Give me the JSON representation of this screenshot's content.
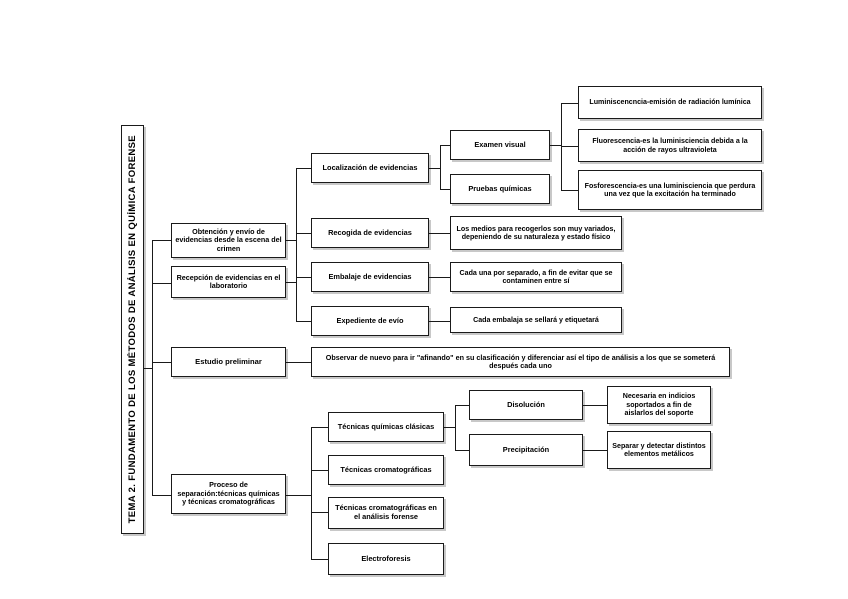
{
  "diagram": {
    "type": "hierarchical-tree-mindmap",
    "language": "es",
    "title": "TEMA 2. FUNDAMENTO DE LOS MÉTODOS DE ANÁLISIS EN QUÍMICA FORENSE",
    "colors": {
      "border": "#1a1a1a",
      "shadow": "#c8c8c8",
      "background": "#ffffff",
      "text": "#000000"
    },
    "nodes": {
      "root": "TEMA 2. FUNDAMENTO DE LOS MÉTODOS DE ANÁLISIS EN QUÍMICA FORENSE",
      "level1": [
        "Obtención y envío de evidencias desde la escena del crimen",
        "Recepción de evidencias en el laboratorio",
        "Estudio preliminar",
        "Proceso de separación:técnicas químicas y técnicas cromatográficas"
      ],
      "level2": [
        "Localización de evidencias",
        "Recogida de evidencias",
        "Embalaje de evidencias",
        "Expediente de evío",
        "Técnicas químicas clásicas",
        "Técnicas cromatográficas",
        "Técnicas cromatográficas en el análisis forense",
        "Electroforesis"
      ],
      "level3": [
        "Examen visual",
        "Pruebas químicas",
        "Disolución",
        "Precipitación"
      ],
      "level4": [
        "Luminiscencncia-emisión de radiación lumínica",
        "Fluorescencia-es la luminisciencia debida a la acción de rayos ultravioleta",
        "Fosforescencia-es una luminisciencia que perdura una vez que la excitación ha terminado",
        "Necesaria en indicios soportados a fin de aislarlos del soporte",
        "Separar y detectar distintos elementos metálicos"
      ],
      "notes": [
        "Los medios para recogerlos son muy variados, depeniendo de su naturaleza y estado físico",
        "Cada una por separado, a fin de evitar que se contaminen entre sí",
        "Cada embalaja se sellará y etiquetará",
        "Observar de nuevo para ir \"afinando\" en su clasificación y diferenciar así el tipo de análisis a los que se someterá después cada uno"
      ]
    }
  }
}
